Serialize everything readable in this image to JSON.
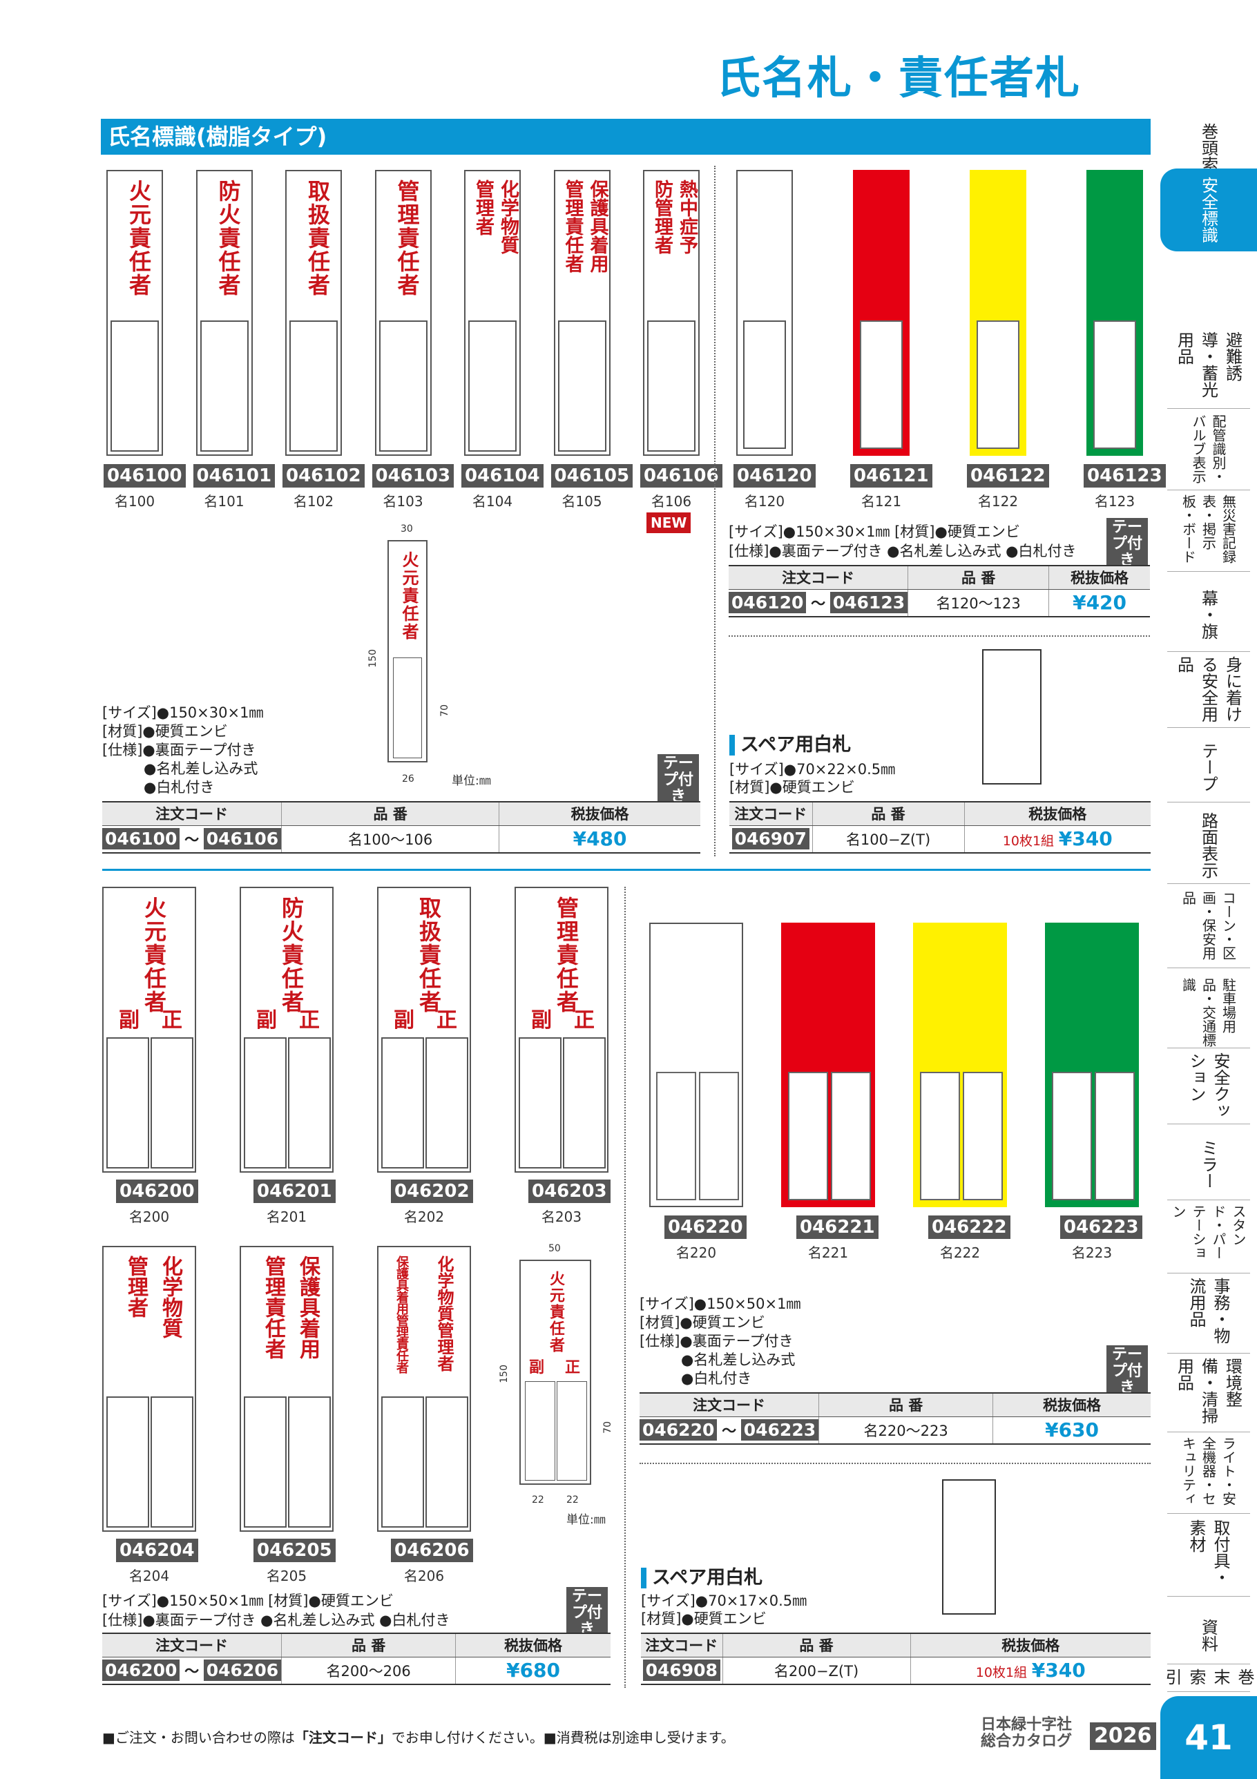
{
  "page_title": "氏名札・責任者札",
  "section_title": "氏名標識(樹脂タイプ)",
  "top_items": [
    {
      "label": "火元責任者",
      "code": "046100",
      "num": "名100"
    },
    {
      "label": "防火責任者",
      "code": "046101",
      "num": "名101"
    },
    {
      "label": "取扱責任者",
      "code": "046102",
      "num": "名102"
    },
    {
      "label": "管理責任者",
      "code": "046103",
      "num": "名103"
    },
    {
      "label": "化学物質管理者",
      "code": "046104",
      "num": "名104"
    },
    {
      "label": "保護具着用管理責任者",
      "code": "046105",
      "num": "名105"
    },
    {
      "label": "熱中症予防管理者",
      "code": "046106",
      "num": "名106"
    }
  ],
  "new_badge": "NEW",
  "color_items": [
    {
      "code": "046120",
      "num": "名120",
      "color": "#ffffff"
    },
    {
      "code": "046121",
      "num": "名121",
      "color": "#e50012"
    },
    {
      "code": "046122",
      "num": "名122",
      "color": "#fff100"
    },
    {
      "code": "046123",
      "num": "名123",
      "color": "#009944"
    }
  ],
  "color_spec": {
    "line1": "[サイズ]●150×30×1㎜ [材質]●硬質エンビ",
    "line2": "[仕様]●裏面テープ付き ●名札差し込み式 ●白札付き"
  },
  "tape_badge": "テープ付き",
  "headers": {
    "code": "注文コード",
    "num": "品 番",
    "price": "税抜価格"
  },
  "color_order": {
    "code_from": "046120",
    "tilde": "〜",
    "code_to": "046123",
    "num": "名120〜123",
    "price": "¥420"
  },
  "diagram1": {
    "plate_text": "火元責任者",
    "dim_w": "30",
    "dim_h": "150",
    "dim_p": "70",
    "dim_b": "26",
    "unit": "単位:㎜"
  },
  "top_spec": [
    "[サイズ]●150×30×1㎜",
    "[材質]●硬質エンビ",
    "[仕様]●裏面テープ付き",
    "●名札差し込み式",
    "●白札付き"
  ],
  "top_order": {
    "code_from": "046100",
    "tilde": "〜",
    "code_to": "046106",
    "num": "名100〜106",
    "price": "¥480"
  },
  "spare1": {
    "title": "スペア用白札",
    "spec1": "[サイズ]●70×22×0.5㎜",
    "spec2": "[材質]●硬質エンビ",
    "code": "046907",
    "num": "名100−Z(T)",
    "set": "10枚1組",
    "price": "¥340"
  },
  "double_items": [
    {
      "label": "火元責任者",
      "code": "046200",
      "num": "名200"
    },
    {
      "label": "防火責任者",
      "code": "046201",
      "num": "名201"
    },
    {
      "label": "取扱責任者",
      "code": "046202",
      "num": "名202"
    },
    {
      "label": "管理責任者",
      "code": "046203",
      "num": "名203"
    },
    {
      "label": "化学物質管理者",
      "code": "046204",
      "num": "名204"
    },
    {
      "label": "保護具着用管理責任者",
      "code": "046205",
      "num": "名205"
    },
    {
      "label": "化学物質管理者",
      "label2": "保護具着用管理責任者",
      "code": "046206",
      "num": "名206"
    }
  ],
  "fuku_sei": {
    "fuku": "副",
    "sei": "正"
  },
  "double_color_items": [
    {
      "code": "046220",
      "num": "名220",
      "color": "#ffffff"
    },
    {
      "code": "046221",
      "num": "名221",
      "color": "#e50012"
    },
    {
      "code": "046222",
      "num": "名222",
      "color": "#fff100"
    },
    {
      "code": "046223",
      "num": "名223",
      "color": "#009944"
    }
  ],
  "diagram2": {
    "plate_text": "火元責任者",
    "dim_w": "50",
    "dim_h": "150",
    "dim_p": "70",
    "dim_b1": "22",
    "dim_b2": "22",
    "unit": "単位:㎜"
  },
  "double_color_spec": [
    "[サイズ]●150×50×1㎜",
    "[材質]●硬質エンビ",
    "[仕様]●裏面テープ付き",
    "●名札差し込み式",
    "●白札付き"
  ],
  "double_color_order": {
    "code_from": "046220",
    "tilde": "〜",
    "code_to": "046223",
    "num": "名220〜223",
    "price": "¥630"
  },
  "double_spec": {
    "line1": "[サイズ]●150×50×1㎜ [材質]●硬質エンビ",
    "line2": "[仕様]●裏面テープ付き ●名札差し込み式 ●白札付き"
  },
  "double_order": {
    "code_from": "046200",
    "tilde": "〜",
    "code_to": "046206",
    "num": "名200〜206",
    "price": "¥680"
  },
  "spare2": {
    "title": "スペア用白札",
    "spec1": "[サイズ]●70×17×0.5㎜",
    "spec2": "[材質]●硬質エンビ",
    "code": "046908",
    "num": "名200−Z(T)",
    "set": "10枚1組",
    "price": "¥340"
  },
  "footer": {
    "note_a": "■ご注文・お問い合わせの際は",
    "note_b": "「注文コード」",
    "note_c": "でお申し付けください。■消費税は別途申し受けます。",
    "company": "日本緑十字社",
    "catalog": "総合カタログ",
    "year": "2026",
    "page": "41"
  },
  "sidebar": [
    "巻頭索引",
    "安全標識",
    "避難誘導・蓄光用品",
    "配管識別・バルブ表示",
    "無災害記録表・掲示板・ボード",
    "幕・旗",
    "身に着ける安全用品",
    "テープ",
    "路面表示",
    "コーン・区画・保安用品",
    "駐車場用品・交通標識",
    "安全クッション",
    "ミラー",
    "スタンド・パーテーション",
    "事務・物流用品",
    "環境整備・清掃用品",
    "ライト・安全機器・セキュリティ",
    "取付具・素材",
    "資料",
    "巻末索引"
  ],
  "sidebar_active": "安全標識"
}
